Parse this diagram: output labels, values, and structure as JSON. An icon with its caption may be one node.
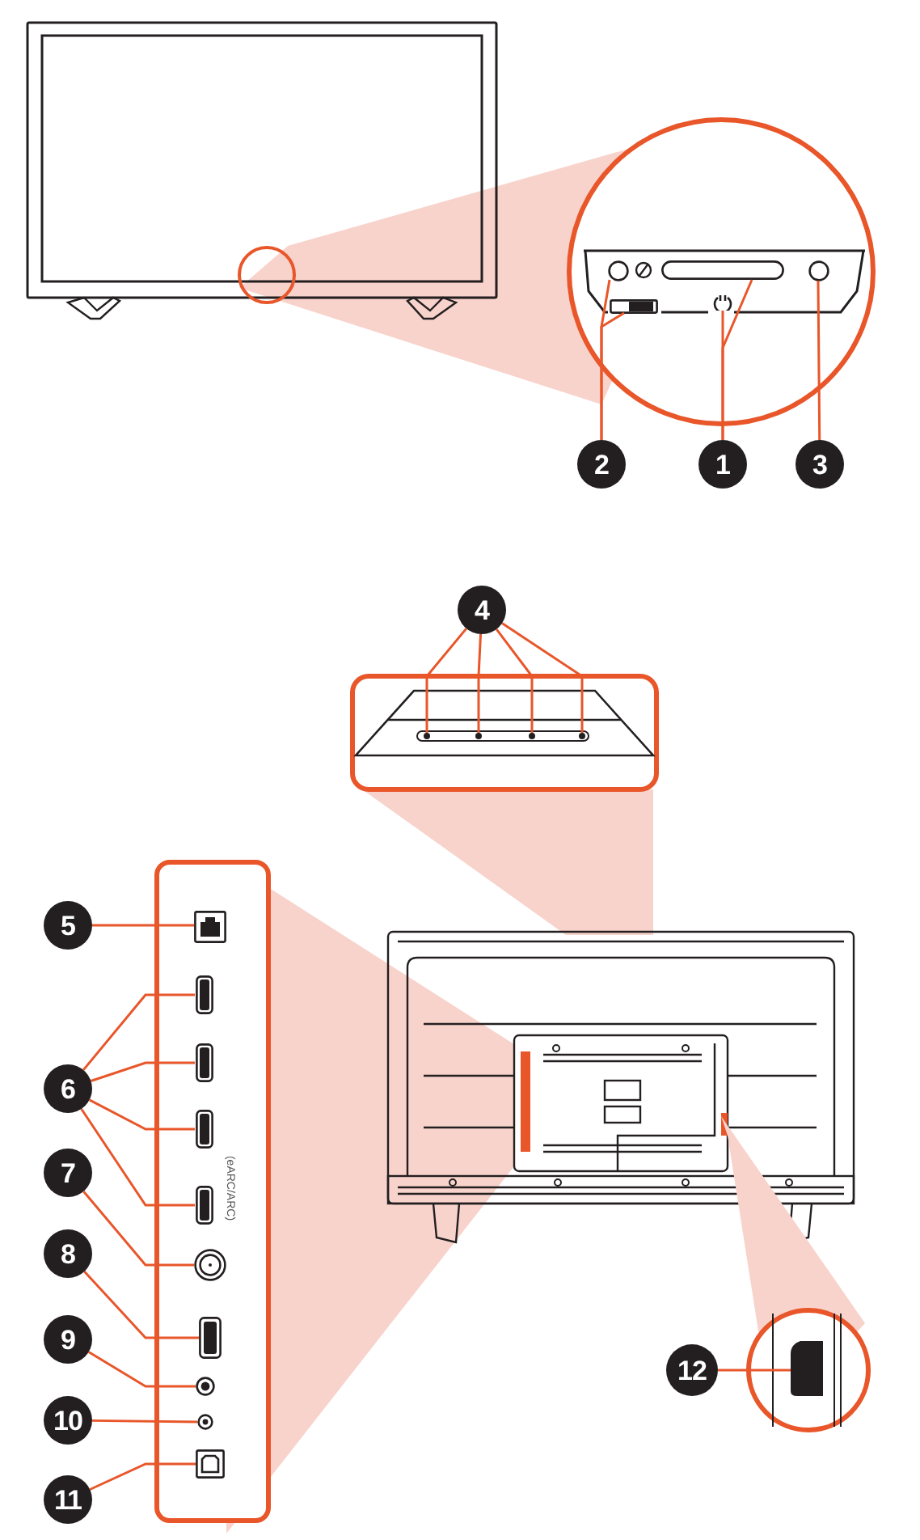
{
  "diagram": {
    "nodes": [
      {
        "text": [
          "1"
        ]
      },
      {
        "text": [
          "2"
        ]
      },
      {
        "text": [
          "3"
        ]
      },
      {
        "text": [],
        "shape": "box"
      },
      {
        "text": [],
        "shape": "circle"
      },
      {
        "text": [],
        "shape": "box"
      },
      {
        "text": [],
        "shape": "circle"
      },
      {
        "text": [],
        "shape": "circle"
      },
      {
        "text": [
          "4"
        ]
      },
      {
        "text": [],
        "shape": "circle"
      },
      {
        "text": [],
        "shape": "circle"
      },
      {
        "text": [],
        "shape": "circle"
      },
      {
        "text": [],
        "shape": "circle"
      },
      {
        "text": [
          "5"
        ]
      },
      {
        "text": [],
        "shape": "box"
      },
      {
        "text": [
          "6"
        ]
      },
      {
        "text": [],
        "shape": "box"
      },
      {
        "text": [],
        "shape": "box"
      },
      {
        "text": [],
        "shape": "box"
      },
      {
        "text": [],
        "shape": "box",
        "beside": [
          "(eARC/ARC)"
        ]
      },
      {
        "text": [
          "7"
        ]
      },
      {
        "text": [],
        "shape": "circle"
      },
      {
        "text": [
          "8"
        ]
      },
      {
        "text": [],
        "shape": "box"
      },
      {
        "text": [
          "9"
        ]
      },
      {
        "text": [],
        "shape": "circle"
      },
      {
        "text": [
          "10"
        ]
      },
      {
        "text": [],
        "shape": "circle"
      },
      {
        "text": [
          "11"
        ]
      },
      {
        "text": [],
        "shape": "box"
      },
      {
        "text": [
          "12"
        ]
      },
      {
        "text": [],
        "shape": "box"
      }
    ],
    "edges": [
      {
        "from": 0,
        "to": 3,
        "arrow": "none"
      },
      {
        "from": 0,
        "to": 4,
        "arrow": "none"
      },
      {
        "from": 1,
        "to": 6,
        "arrow": "none"
      },
      {
        "from": 1,
        "to": 5,
        "arrow": "none"
      },
      {
        "from": 2,
        "to": 7,
        "arrow": "none"
      },
      {
        "from": 8,
        "to": 9,
        "arrow": "none"
      },
      {
        "from": 8,
        "to": 10,
        "arrow": "none"
      },
      {
        "from": 8,
        "to": 11,
        "arrow": "none"
      },
      {
        "from": 8,
        "to": 12,
        "arrow": "none"
      },
      {
        "from": 13,
        "to": 14,
        "arrow": "none"
      },
      {
        "from": 15,
        "to": 16,
        "arrow": "none"
      },
      {
        "from": 15,
        "to": 17,
        "arrow": "none"
      },
      {
        "from": 15,
        "to": 18,
        "arrow": "none"
      },
      {
        "from": 15,
        "to": 19,
        "arrow": "none"
      },
      {
        "from": 20,
        "to": 21,
        "arrow": "none"
      },
      {
        "from": 22,
        "to": 23,
        "arrow": "none"
      },
      {
        "from": 24,
        "to": 25,
        "arrow": "none"
      },
      {
        "from": 26,
        "to": 27,
        "arrow": "none"
      },
      {
        "from": 28,
        "to": 29,
        "arrow": "none"
      },
      {
        "from": 30,
        "to": 31,
        "arrow": "none"
      }
    ]
  }
}
